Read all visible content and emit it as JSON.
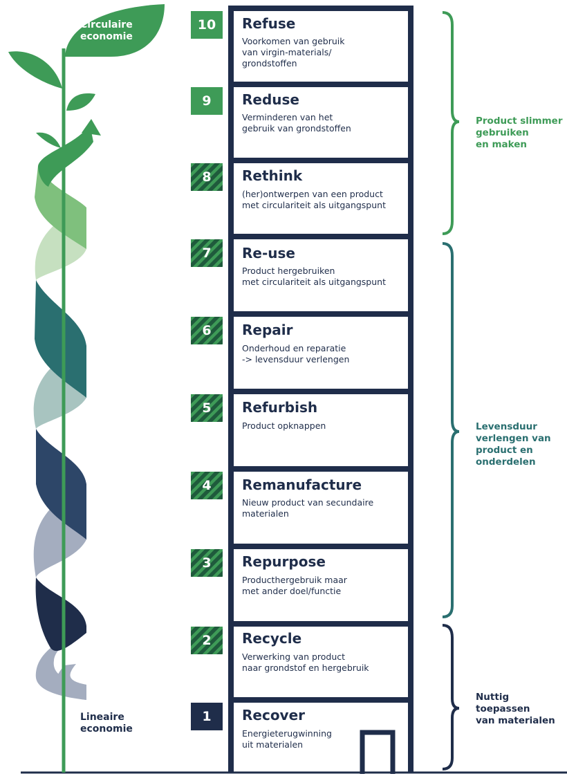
{
  "labels": {
    "circular": [
      "Circulaire",
      "economie"
    ],
    "linear": [
      "Lineaire",
      "economie"
    ]
  },
  "colors": {
    "navy": "#1f2d4a",
    "green": "#3e9b57",
    "teal": "#2a6f70"
  },
  "steps": [
    {
      "num": "10",
      "title": "Refuse",
      "desc": [
        "Voorkomen van gebruik",
        "van virgin-materials/",
        "grondstoffen"
      ],
      "fill": "solid-green"
    },
    {
      "num": "9",
      "title": "Reduse",
      "desc": [
        "Verminderen van het",
        "gebruik van grondstoffen"
      ],
      "fill": "solid-green"
    },
    {
      "num": "8",
      "title": "Rethink",
      "desc": [
        "(her)ontwerpen van een product",
        "met circulariteit als uitgangspunt"
      ],
      "fill": "hatched"
    },
    {
      "num": "7",
      "title": "Re-use",
      "desc": [
        "Product hergebruiken",
        "met circulariteit als uitgangspunt"
      ],
      "fill": "hatched"
    },
    {
      "num": "6",
      "title": "Repair",
      "desc": [
        "Onderhoud en reparatie",
        "-> levensduur verlengen"
      ],
      "fill": "hatched"
    },
    {
      "num": "5",
      "title": "Refurbish",
      "desc": [
        "Product opknappen"
      ],
      "fill": "hatched"
    },
    {
      "num": "4",
      "title": "Remanufacture",
      "desc": [
        "Nieuw product van secundaire",
        "materialen"
      ],
      "fill": "hatched"
    },
    {
      "num": "3",
      "title": "Repurpose",
      "desc": [
        "Producthergebruik maar",
        "met ander doel/functie"
      ],
      "fill": "hatched"
    },
    {
      "num": "2",
      "title": "Recycle",
      "desc": [
        "Verwerking van product",
        "naar grondstof en hergebruik"
      ],
      "fill": "hatched"
    },
    {
      "num": "1",
      "title": "Recover",
      "desc": [
        "Energieterugwinning",
        "uit materialen"
      ],
      "fill": "solid-navy"
    }
  ],
  "groups": [
    {
      "lines": [
        "Product slimmer",
        "gebruiken",
        "en maken"
      ],
      "color": "#3e9b57"
    },
    {
      "lines": [
        "Levensduur",
        "verlengen van",
        "product en",
        "onderdelen"
      ],
      "color": "#2a6f70"
    },
    {
      "lines": [
        "Nuttig",
        "toepassen",
        "van materialen"
      ],
      "color": "#1f2d4a"
    }
  ]
}
